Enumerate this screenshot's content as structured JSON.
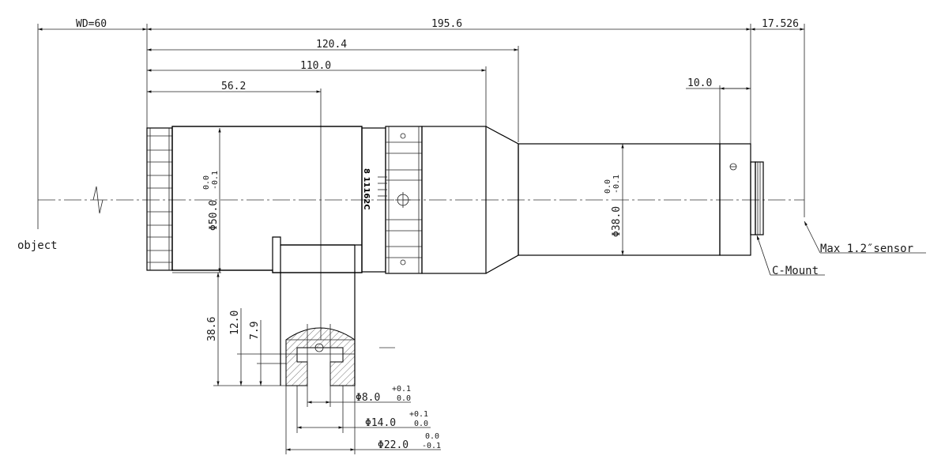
{
  "dimensions": {
    "wd": "WD=60",
    "overall": "195.6",
    "to_taper": "120.4",
    "to_shoulder": "110.0",
    "to_port": "56.2",
    "flange": "17.526",
    "rear_step": "10.0",
    "port_height": "38.6",
    "port_12": "12.0",
    "port_79": "7.9"
  },
  "diameters": {
    "d50": {
      "symbol": "Φ",
      "value": "50.0",
      "tol_upper": "0.0",
      "tol_lower": "-0.1"
    },
    "d38": {
      "symbol": "Φ",
      "value": "38.0",
      "tol_upper": "0.0",
      "tol_lower": "-0.1"
    },
    "d8": {
      "symbol": "Φ",
      "value": "8.0",
      "tol_upper": "+0.1",
      "tol_lower": "0.0"
    },
    "d14": {
      "symbol": "Φ",
      "value": "14.0",
      "tol_upper": "+0.1",
      "tol_lower": "0.0"
    },
    "d22": {
      "symbol": "Φ",
      "value": "22.0",
      "tol_upper": "0.0",
      "tol_lower": "-0.1"
    }
  },
  "labels": {
    "object": "object",
    "mount": "C-Mount",
    "sensor": "Max 1.2″sensor",
    "part_mark": "8 11162C"
  }
}
